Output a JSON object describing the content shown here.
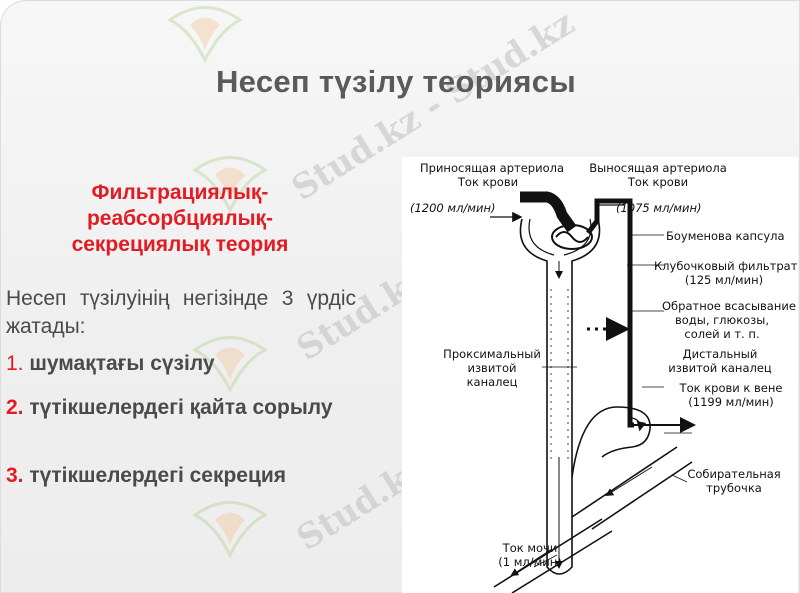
{
  "slide": {
    "title": "Несеп түзілу теориясы",
    "watermark_text": "Stud.kz - Stud.kz",
    "theory_title": [
      "Фильтрациялық-",
      "реабсорбциялық-",
      "секрециялық теория"
    ],
    "intro": "Несеп түзілуінің негізінде 3 үрдіс жатады:",
    "processes": [
      {
        "number": "1.",
        "text": "шумақтағы сүзілу"
      },
      {
        "number": "2.",
        "text": "түтікшелердегі  қайта сорылу"
      },
      {
        "number": "3.",
        "text": "түтікшелердегі секреция"
      }
    ],
    "colors": {
      "accent_red": "#e31b23",
      "title_gray": "#5a5a5a",
      "watermark_gray": "#bfbfbf"
    }
  },
  "diagram": {
    "afferent": {
      "line1": "Приносящая артериола",
      "line2": "Ток крови",
      "value": "(1200 мл/мин)"
    },
    "efferent": {
      "line1": "Выносящая артериола",
      "line2": "Ток крови",
      "value": "(1075 мл/мин)"
    },
    "capsule": "Боуменова капсула",
    "filtrate": {
      "line1": "Клубочковый фильтрат",
      "value": "(125 мл/мин)"
    },
    "reabsorption": {
      "line1": "Обратное всасывание",
      "line2": "воды, глюкозы,",
      "line3": "солей и т. п."
    },
    "proximal": {
      "line1": "Проксимальный",
      "line2": "извитой",
      "line3": "каналец"
    },
    "distal": {
      "line1": "Дистальный",
      "line2": "извитой каналец"
    },
    "venous": {
      "line1": "Ток крови к вене",
      "value": "(1199 мл/мин)"
    },
    "collecting": {
      "line1": "Собирательная",
      "line2": "трубочка"
    },
    "urine": {
      "line1": "Ток мочи",
      "value": "(1 мл/мин)"
    }
  }
}
